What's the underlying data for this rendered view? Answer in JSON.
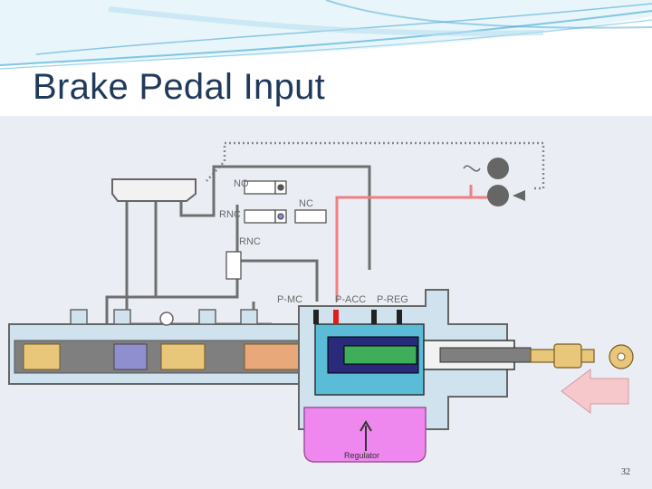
{
  "slide": {
    "title": "Brake Pedal Input",
    "page_number": "32"
  },
  "diagram": {
    "valve_labels": [
      "NO",
      "RNC",
      "NC",
      "RNC"
    ],
    "pressure_labels": [
      "P-MC",
      "P-ACC",
      "P-REG"
    ],
    "regulator_label": "Regulator",
    "colors": {
      "background": "#eaeef4",
      "hydraulic_line": "#6f6f6f",
      "accumulator_line": "#f08080",
      "regulator_chamber": "#ee88ee",
      "pushrod": "#e8c77a",
      "input_arrow": "#f6c8cc",
      "header_wave": "#7fc6e3"
    },
    "icons": [
      "sine-wave-icon",
      "motor-pump-icon",
      "input-force-arrow-icon"
    ]
  }
}
